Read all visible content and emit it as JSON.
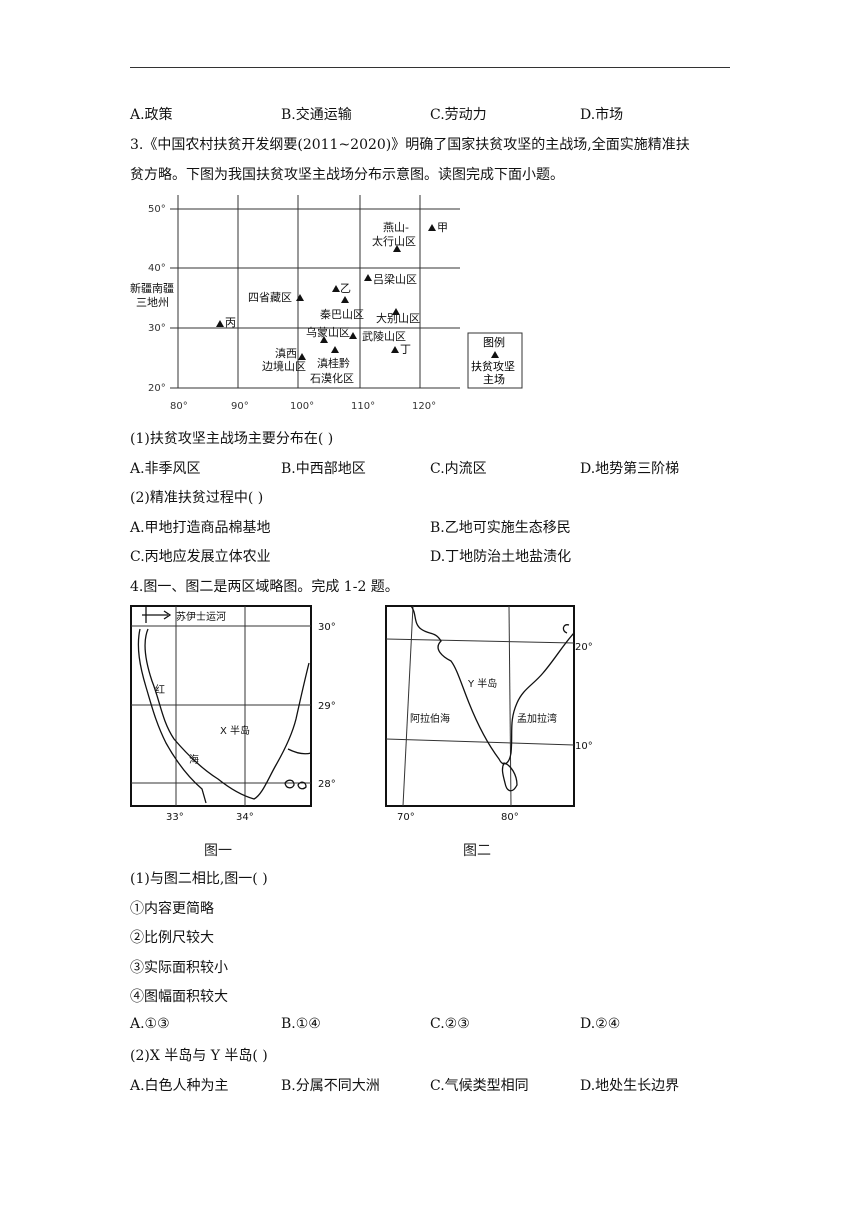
{
  "q2_options": [
    "A.政策",
    "B.交通运输",
    "C.劳动力",
    "D.市场"
  ],
  "q3": {
    "stem_line1": "3.《中国农村扶贫开发纲要(2011~2020)》明确了国家扶贫攻坚的主战场,全面实施精准扶",
    "stem_line2": "贫方略。下图为我国扶贫攻坚主战场分布示意图。读图完成下面小题。",
    "map": {
      "lat_labels": [
        "50°",
        "40°",
        "30°",
        "20°"
      ],
      "lon_labels": [
        "80°",
        "90°",
        "100°",
        "110°",
        "120°"
      ],
      "regions": {
        "yanshan_1": "燕山-",
        "yanshan_2": "太行山区",
        "jia": "甲",
        "lvliang": "吕梁山区",
        "xinjiang_1": "新疆南疆",
        "xinjiang_2": "三地州",
        "sisheng": "四省藏区",
        "yi": "乙",
        "qinba": "秦巴山区",
        "dabie": "大别山区",
        "bing": "丙",
        "wumeng": "乌蒙山区",
        "wuling": "武陵山区",
        "ding": "丁",
        "dianxi_1": "滇西",
        "dianxi_2": "边境山区",
        "diangui_1": "滇桂黔",
        "diangui_2": "石漠化区"
      },
      "legend": {
        "title": "图例",
        "item_1": "扶贫攻坚",
        "item_2": "主场",
        "symbol": "triangle-marker-icon"
      }
    },
    "sub1": {
      "question": "(1)扶贫攻坚主战场主要分布在( )",
      "options": [
        "A.非季风区",
        "B.中西部地区",
        "C.内流区",
        "D.地势第三阶梯"
      ]
    },
    "sub2": {
      "question": "(2)精准扶贫过程中( )",
      "options": [
        "A.甲地打造商品棉基地",
        "B.乙地可实施生态移民",
        "C.丙地应发展立体农业",
        "D.丁地防治土地盐渍化"
      ]
    }
  },
  "q4": {
    "stem": "4.图一、图二是两区域略图。完成 1-2 题。",
    "map1": {
      "canal": "苏伊士运河",
      "red_1": "红",
      "red_2": "海",
      "peninsula": "X 半岛",
      "lat_labels": [
        "30°",
        "29°",
        "28°"
      ],
      "lon_labels": [
        "33°",
        "34°"
      ],
      "caption": "图一"
    },
    "map2": {
      "peninsula": "Y 半岛",
      "arabian": "阿拉伯海",
      "bengal": "孟加拉湾",
      "lat_labels": [
        "20°",
        "10°"
      ],
      "lon_labels": [
        "70°",
        "80°"
      ],
      "caption": "图二"
    },
    "sub1": {
      "question": "(1)与图二相比,图一( )",
      "statements": [
        "①内容更简略",
        "②比例尺较大",
        "③实际面积较小",
        "④图幅面积较大"
      ],
      "options": [
        "A.①③",
        "B.①④",
        "C.②③",
        "D.②④"
      ]
    },
    "sub2": {
      "question": "(2)X 半岛与 Y 半岛( )",
      "options": [
        "A.白色人种为主",
        "B.分属不同大洲",
        "C.气候类型相同",
        "D.地处生长边界"
      ]
    }
  }
}
